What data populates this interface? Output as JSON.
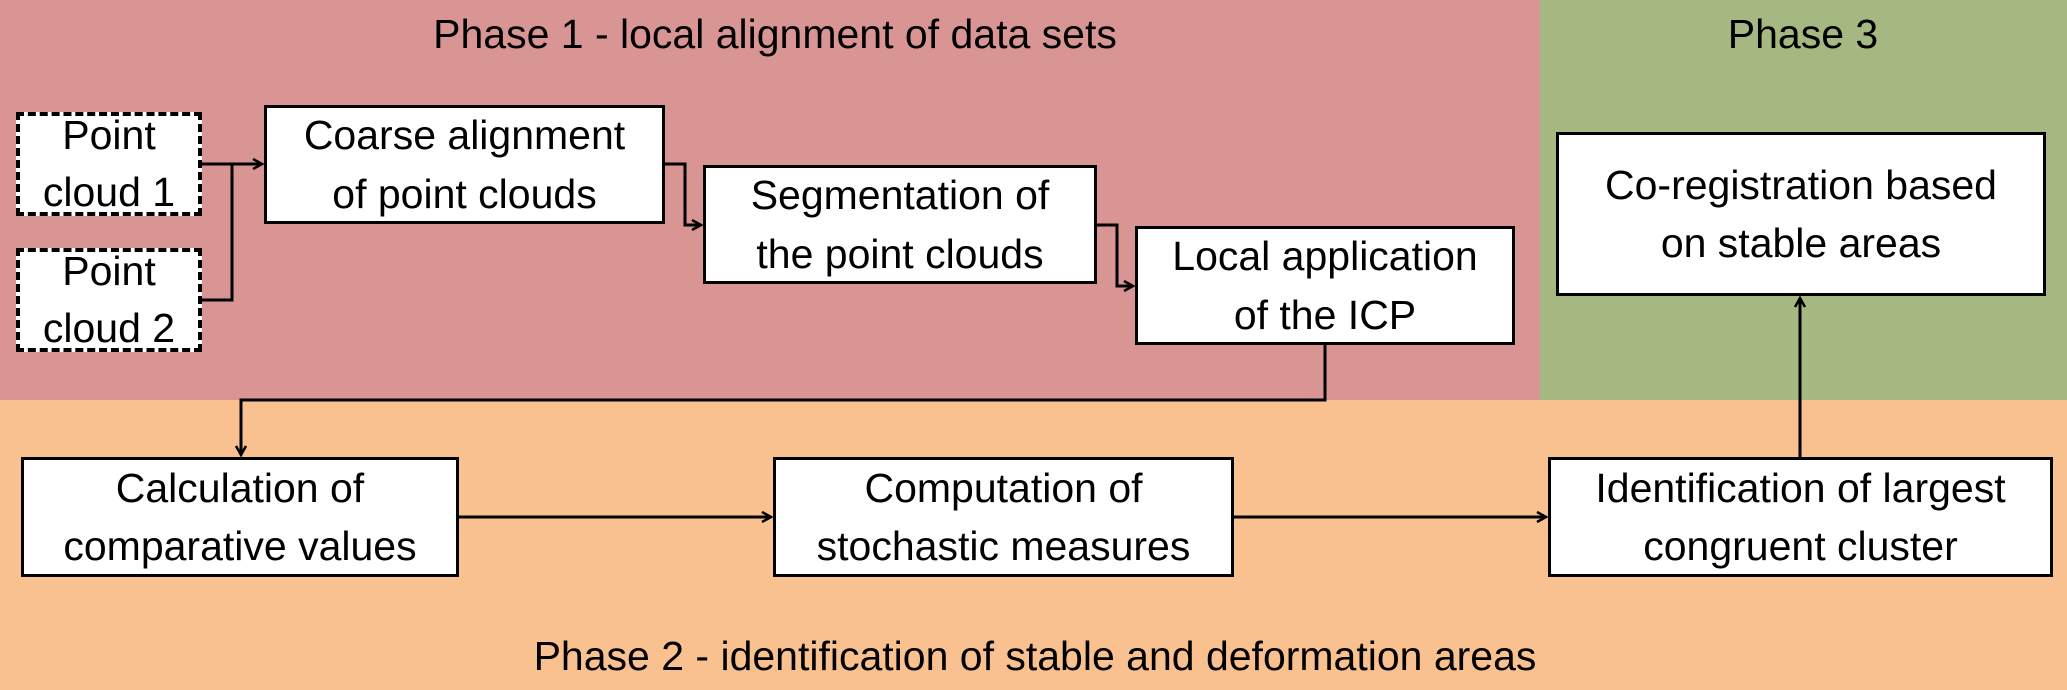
{
  "colors": {
    "phase1_bg": "#D99594",
    "phase2_bg": "#F9C090",
    "phase3_bg": "#A6B882",
    "box_bg": "#FFFFFF",
    "line": "#000000"
  },
  "phases": {
    "phase1": {
      "title": "Phase 1 -  local alignment of data sets"
    },
    "phase2": {
      "title": "Phase 2 - identification of stable and deformation areas"
    },
    "phase3": {
      "title": "Phase 3"
    }
  },
  "nodes": {
    "point_cloud_1": {
      "label": "Point\ncloud 1",
      "style": "dashed"
    },
    "point_cloud_2": {
      "label": "Point\ncloud 2",
      "style": "dashed"
    },
    "coarse_alignment": {
      "label": "Coarse alignment\nof point clouds"
    },
    "segmentation": {
      "label": "Segmentation of\nthe point clouds"
    },
    "local_icp": {
      "label": "Local application\nof the ICP"
    },
    "co_registration": {
      "label": "Co-registration based\non stable areas"
    },
    "comparative_values": {
      "label": "Calculation of\ncomparative values"
    },
    "stochastic_measures": {
      "label": "Computation of\nstochastic measures"
    },
    "largest_cluster": {
      "label": "Identification of largest\ncongruent cluster"
    }
  },
  "edges": [
    {
      "from": "point_cloud_1",
      "to": "coarse_alignment"
    },
    {
      "from": "point_cloud_2",
      "to": "coarse_alignment"
    },
    {
      "from": "coarse_alignment",
      "to": "segmentation"
    },
    {
      "from": "segmentation",
      "to": "local_icp"
    },
    {
      "from": "local_icp",
      "to": "comparative_values"
    },
    {
      "from": "comparative_values",
      "to": "stochastic_measures"
    },
    {
      "from": "stochastic_measures",
      "to": "largest_cluster"
    },
    {
      "from": "largest_cluster",
      "to": "co_registration"
    }
  ]
}
